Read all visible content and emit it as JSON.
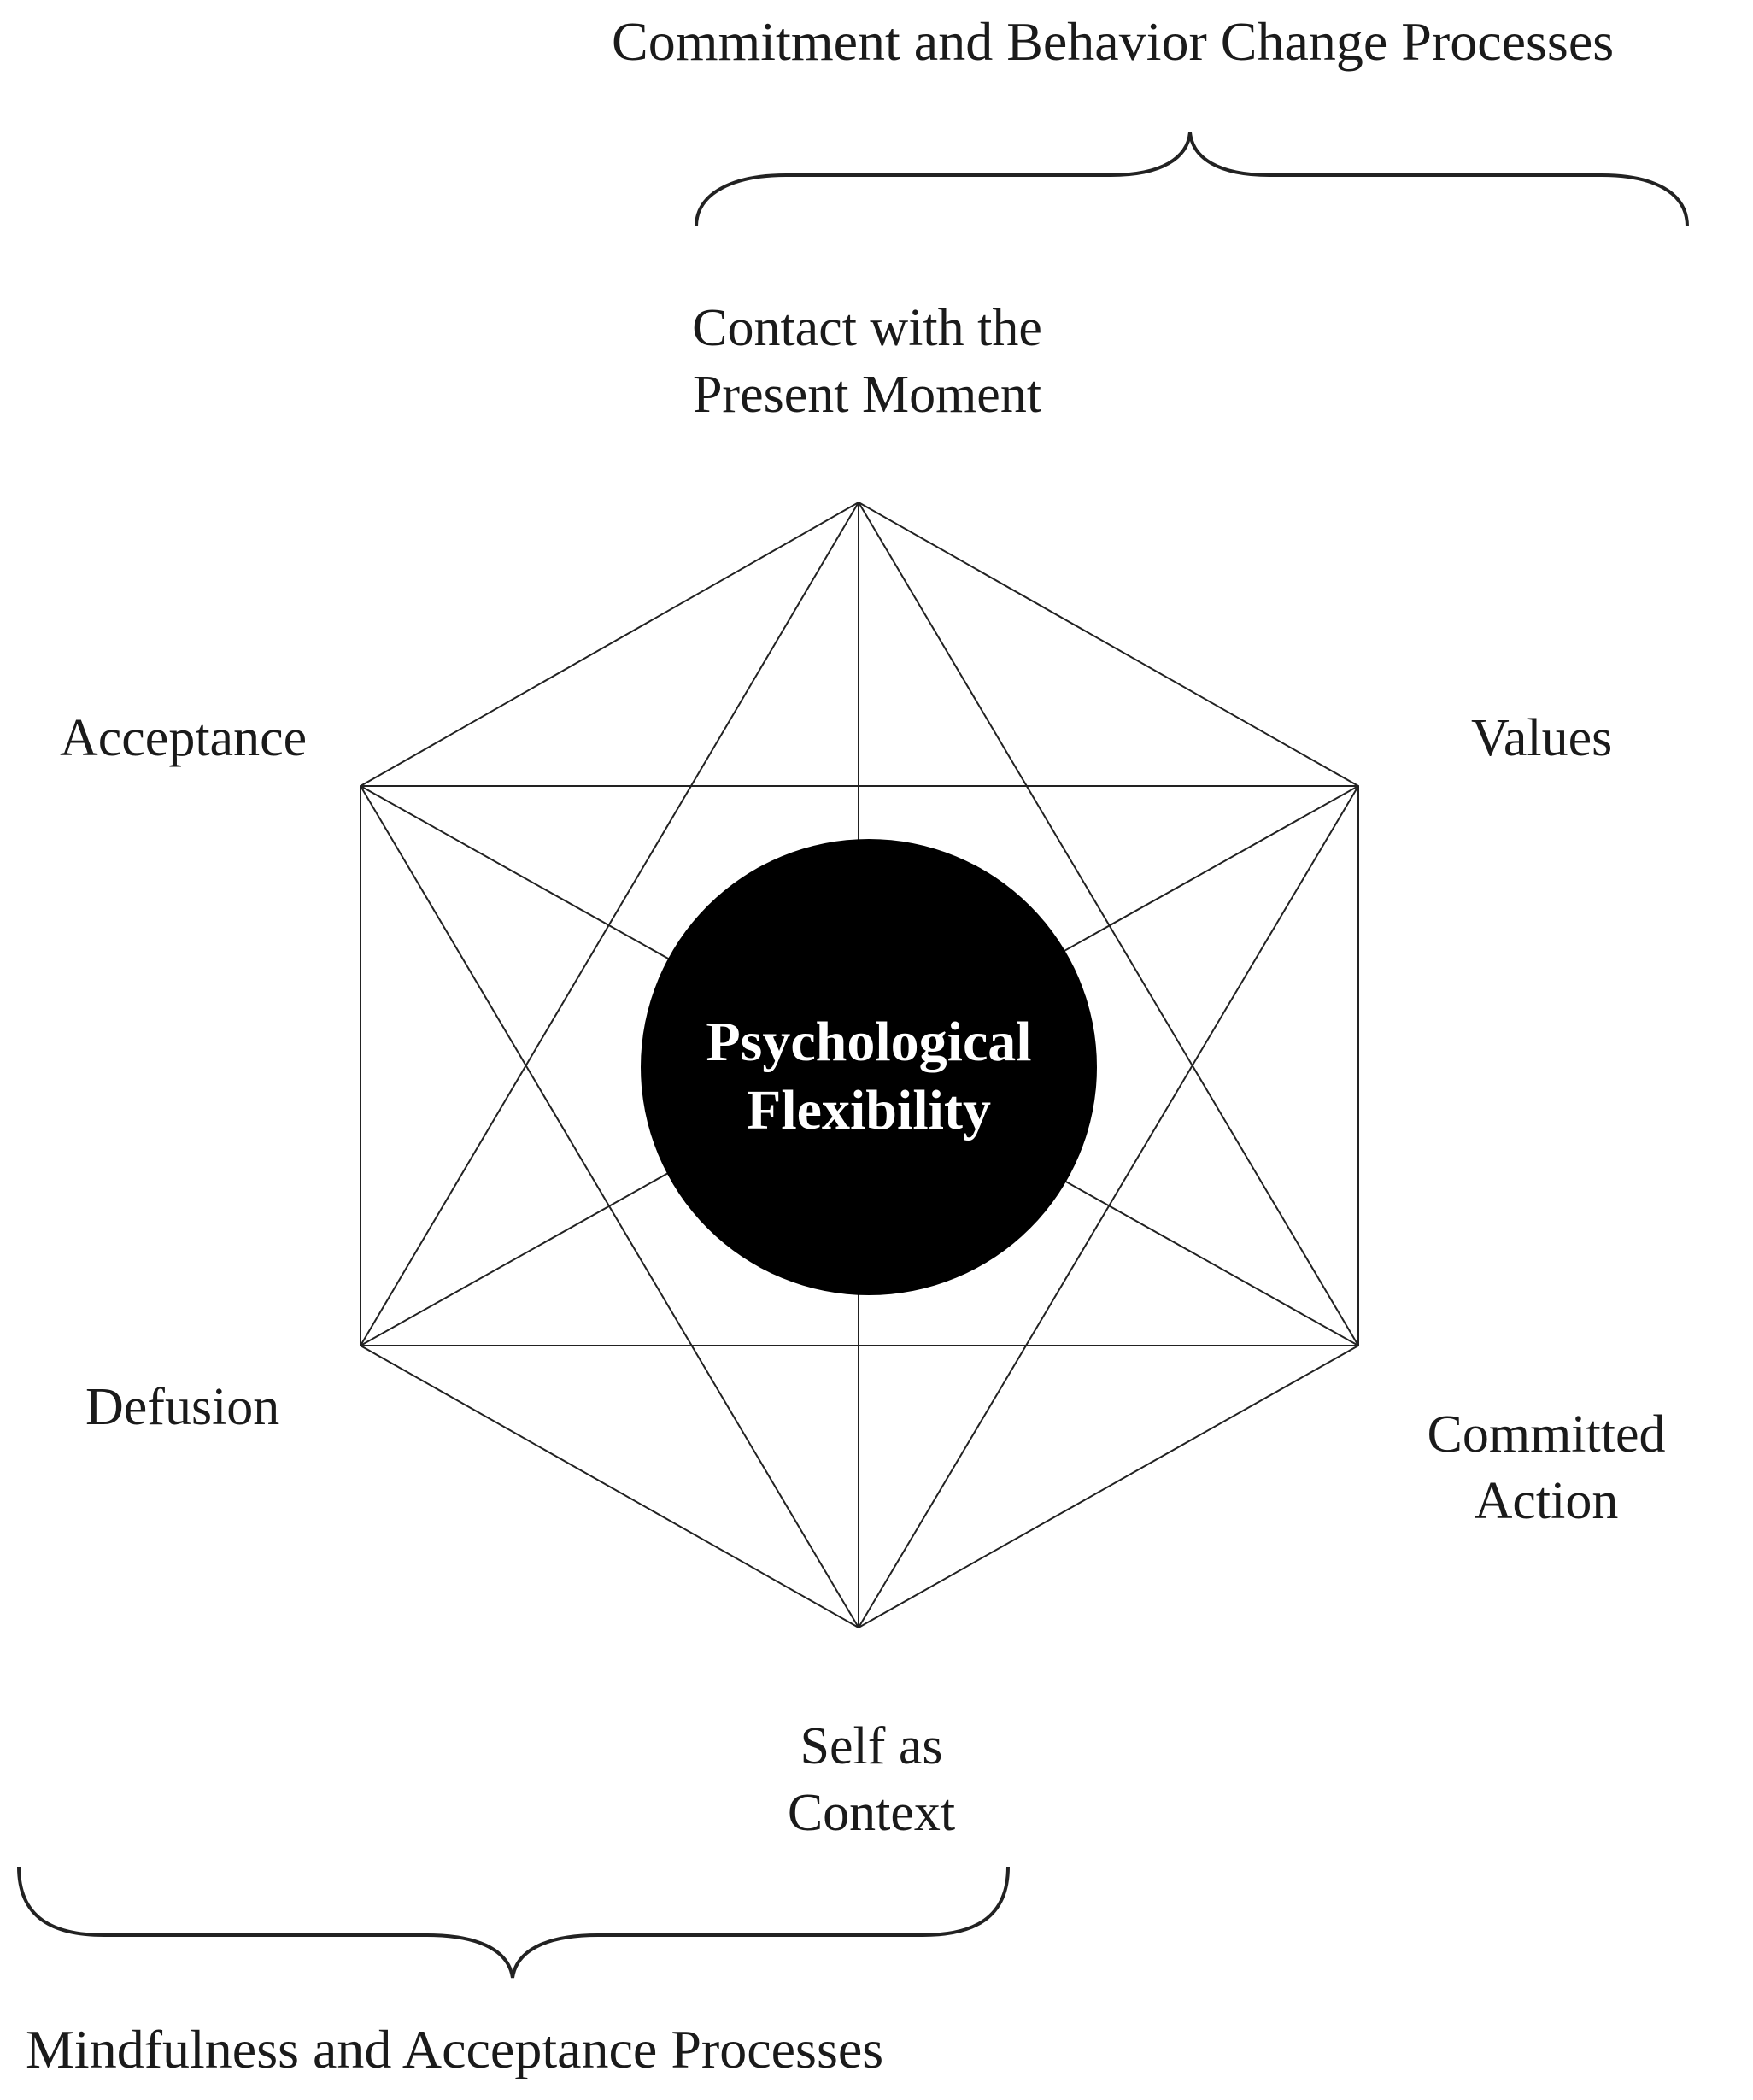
{
  "diagram": {
    "center": {
      "line1": "Psychological",
      "line2": "Flexibility"
    },
    "nodes": {
      "top": {
        "line1": "Contact with the",
        "line2": "Present Moment"
      },
      "upper_left": {
        "line1": "Acceptance"
      },
      "upper_right": {
        "line1": "Values"
      },
      "lower_left": {
        "line1": "Defusion"
      },
      "lower_right": {
        "line1": "Committed",
        "line2": "Action"
      },
      "bottom": {
        "line1": "Self as",
        "line2": "Context"
      }
    },
    "groups": {
      "top": "Commitment and Behavior Change Processes",
      "bottom": "Mindfulness and Acceptance Processes"
    }
  },
  "colors": {
    "line": "#222222",
    "circle": "#000000",
    "center_text": "#ffffff",
    "label_text": "#1a1a1a"
  }
}
